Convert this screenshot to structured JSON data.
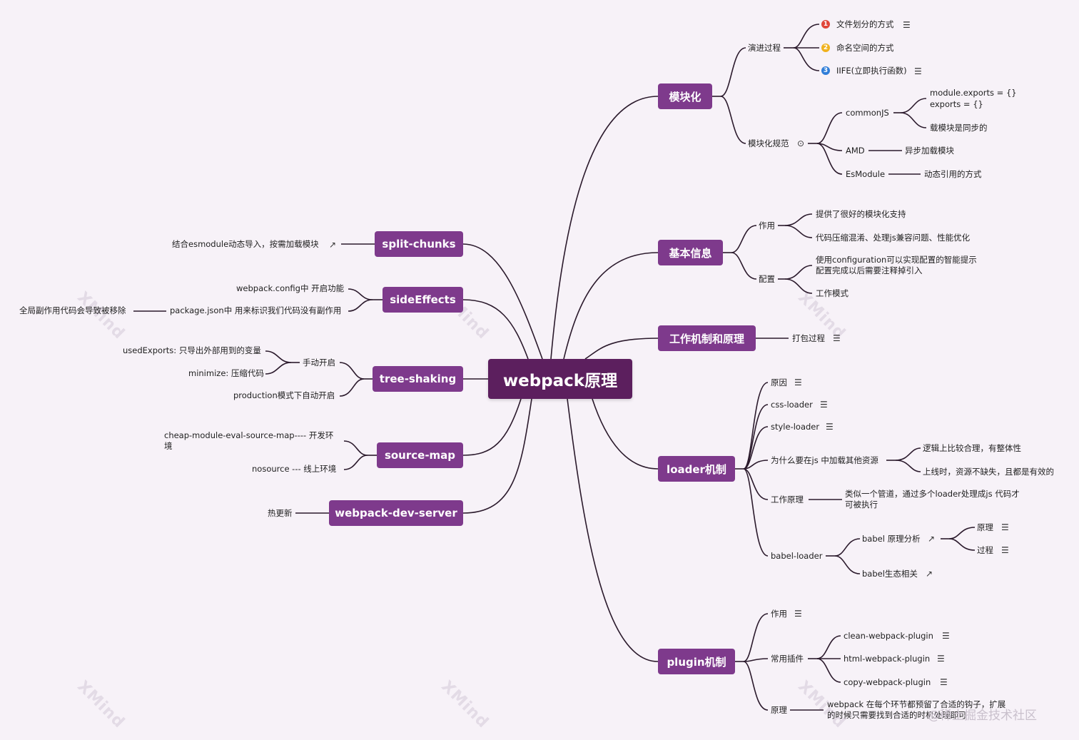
{
  "root": "webpack原理",
  "branches": {
    "modular": "模块化",
    "basic": "基本信息",
    "mechanism": "工作机制和原理",
    "loader": "loader机制",
    "plugin": "plugin机制",
    "split": "split-chunks",
    "side": "sideEffects",
    "tree": "tree-shaking",
    "sourcemap": "source-map",
    "devserver": "webpack-dev-server"
  },
  "modular": {
    "evolution": "演进过程",
    "ev1": "文件划分的方式",
    "ev2": "命名空间的方式",
    "ev3": "IIFE(立即执行函数)",
    "spec": "模块化规范",
    "commonjs": "commonJS",
    "cjs1a": "module.exports = {}",
    "cjs1b": "exports = {}",
    "cjs2": "载模块是同步的",
    "amd": "AMD",
    "amd1": "异步加载模块",
    "esm": "EsModule",
    "esm1": "动态引用的方式"
  },
  "basic": {
    "role": "作用",
    "role1": "提供了很好的模块化支持",
    "role2": "代码压缩混淆、处理js兼容问题、性能优化",
    "config": "配置",
    "config1a": "使用configuration可以实现配置的智能提示",
    "config1b": "配置完成以后需要注释掉引入",
    "config2": "工作模式"
  },
  "mechanism": {
    "pack": "打包过程"
  },
  "loader": {
    "reason": "原因",
    "css": "css-loader",
    "style": "style-loader",
    "why": "为什么要在js 中加载其他资源",
    "why1": "逻辑上比较合理，有整体性",
    "why2": "上线时，资源不缺失，且都是有效的",
    "work": "工作原理",
    "work1a": "类似一个管道，通过多个loader处理成js 代码才",
    "work1b": "可被执行",
    "babel": "babel-loader",
    "babel1": "babel 原理分析",
    "principle": "原理",
    "process": "过程",
    "babel2": "babel生态相关"
  },
  "plugin": {
    "role": "作用",
    "common": "常用插件",
    "clean": "clean-webpack-plugin",
    "html": "html-webpack-plugin",
    "copy": "copy-webpack-plugin",
    "principle": "原理",
    "p1a": "webpack 在每个环节都预留了合适的钩子，扩展",
    "p1b": "的时候只需要找到合适的时机处理即可"
  },
  "split": {
    "s1": "结合esmodule动态导入，按需加载模块"
  },
  "side": {
    "s1": "webpack.config中 开启功能",
    "s2": "package.json中 用来标识我们代码没有副作用",
    "s3": "全局副作用代码会导致被移除"
  },
  "tree": {
    "manual": "手动开启",
    "m1": "usedExports: 只导出外部用到的变量",
    "m2": "minimize: 压缩代码",
    "auto": "production模式下自动开启"
  },
  "sourcemap": {
    "s1a": "cheap-module-eval-source-map---- 开发环",
    "s1b": "境",
    "s2": "nosource --- 线上环境"
  },
  "devserver": {
    "s1": "热更新"
  },
  "watermark": "XMind",
  "footer": "@稀土掘金技术社区",
  "colors": {
    "background": "#f7f2f8",
    "root": "#5c1f5e",
    "branch": "#7e3a8c",
    "line": "#2b1a2c",
    "num1": "#e0463a",
    "num2": "#f0b21e",
    "num3": "#2f7dd8"
  },
  "icons": {
    "notes": "notes-icon",
    "link": "external-link-icon",
    "more": "more-icon"
  }
}
